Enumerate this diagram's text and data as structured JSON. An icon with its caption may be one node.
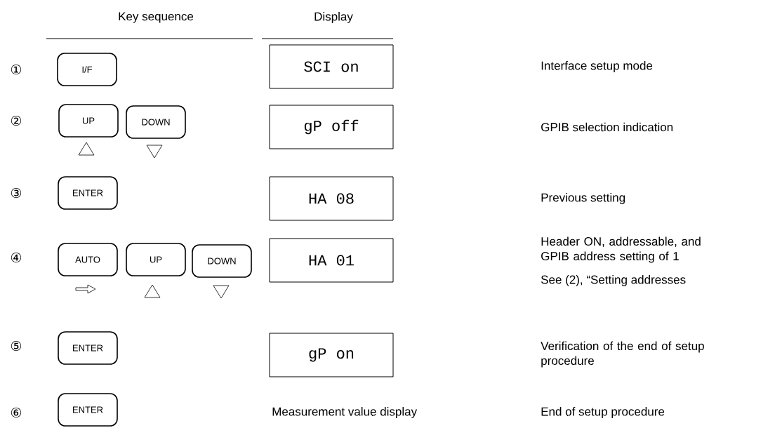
{
  "diagram": {
    "nodes": [
      {
        "text": [
          "I/F"
        ]
      },
      {
        "text": [
          "SCI on"
        ]
      },
      {
        "text": [
          "UP"
        ]
      },
      {
        "text": [
          "DOWN"
        ]
      },
      {
        "text": [
          "gP off"
        ]
      },
      {
        "text": [
          "ENTER"
        ]
      },
      {
        "text": [
          "HA 08"
        ]
      },
      {
        "text": [
          "AUTO"
        ]
      },
      {
        "text": [
          "UP"
        ]
      },
      {
        "text": [
          "DOWN"
        ]
      },
      {
        "text": [
          "HA 01"
        ]
      },
      {
        "text": [
          "ENTER"
        ]
      },
      {
        "text": [
          "gP on"
        ]
      },
      {
        "text": [
          "ENTER"
        ]
      }
    ],
    "labels": [
      "Key sequence",
      "Display",
      "①",
      "Interface setup mode",
      "②",
      "GPIB selection indication",
      "③",
      "Previous setting",
      "④",
      "Header ON, addressable, and GPIB address setting of 1",
      "See (2), “Setting addresses",
      "⑤",
      "Verification of the end of setup procedure",
      "⑥",
      "Measurement value display",
      "End of setup procedure"
    ]
  }
}
